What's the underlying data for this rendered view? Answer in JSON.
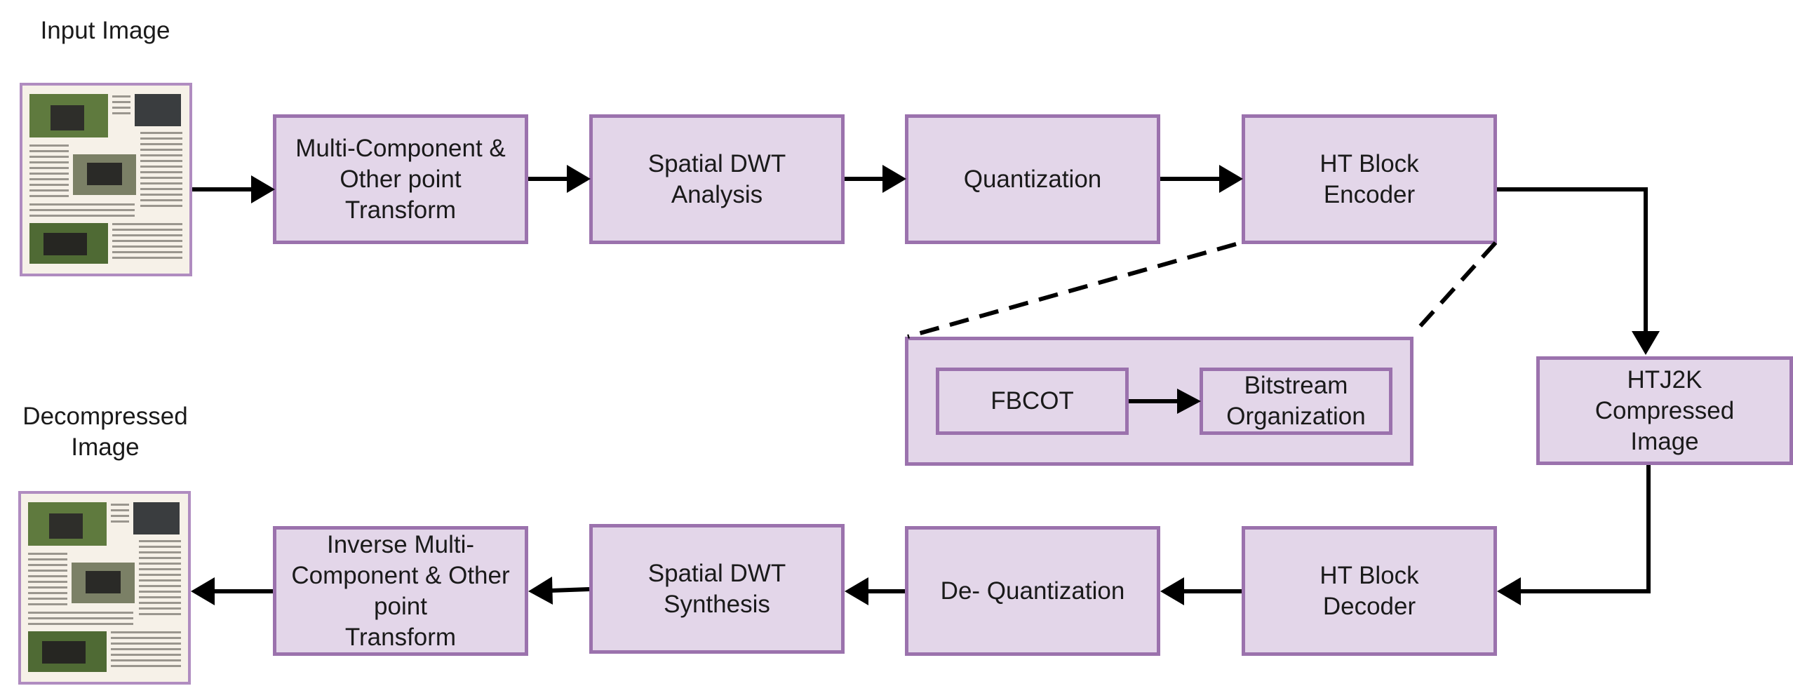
{
  "colors": {
    "box_fill": "#e3d6e9",
    "box_border": "#9b72ad",
    "arrow": "#000000"
  },
  "captions": {
    "input": "Input Image",
    "output": "Decompressed\nImage"
  },
  "encoder_row": {
    "mct": "Multi-Component &\nOther point\nTransform",
    "dwt": "Spatial DWT\nAnalysis",
    "quant": "Quantization",
    "ht_encoder": "HT Block\nEncoder"
  },
  "ht_detail": {
    "fbcot": "FBCOT",
    "bitstream": "Bitstream\nOrganization"
  },
  "compressed": "HTJ2K\nCompressed\nImage",
  "decoder_row": {
    "ht_decoder": "HT Block\nDecoder",
    "dequant": "De- Quantization",
    "dwt_synth": "Spatial DWT\nSynthesis",
    "inv_mct": "Inverse Multi-\nComponent & Other\npoint\nTransform"
  },
  "thumbnail_icon": "magazine-page-with-vintage-car-photos"
}
